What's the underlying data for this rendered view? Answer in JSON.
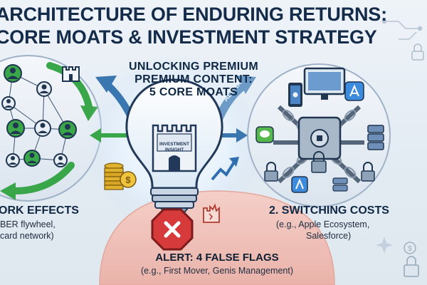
{
  "title": {
    "line1": "ARCHITECTURE OF ENDURING RETURNS:",
    "line2": "CORE MOATS & INVESTMENT STRATEGY"
  },
  "center": {
    "line1": "UNLOCKING PREMIUM",
    "line2": "PREMIUM CONTENT:",
    "line3": "5 CORE MOATS",
    "castle_line1": "INVESTMENT",
    "castle_line2": "INSIGHT",
    "arrow_label": "ALPHA"
  },
  "left_moat": {
    "label": "ORK EFFECTS",
    "sub1": "BER flywheel,",
    "sub2": "card network)"
  },
  "right_moat": {
    "label": "2. SWITCHING COSTS",
    "sub1": "(e.g., Apple Ecosystem,",
    "sub2": "Salesforce)"
  },
  "alert": {
    "label": "ALERT: 4 FALSE FLAGS",
    "sub": "(e.g., First Mover, Genis Management)"
  },
  "icons": {
    "dollar": "$"
  },
  "colors": {
    "navy": "#142b4a",
    "green": "#3aa64a",
    "blue": "#3a76b0",
    "red": "#d63a3a",
    "alert_bg": "#f2c8c0"
  }
}
